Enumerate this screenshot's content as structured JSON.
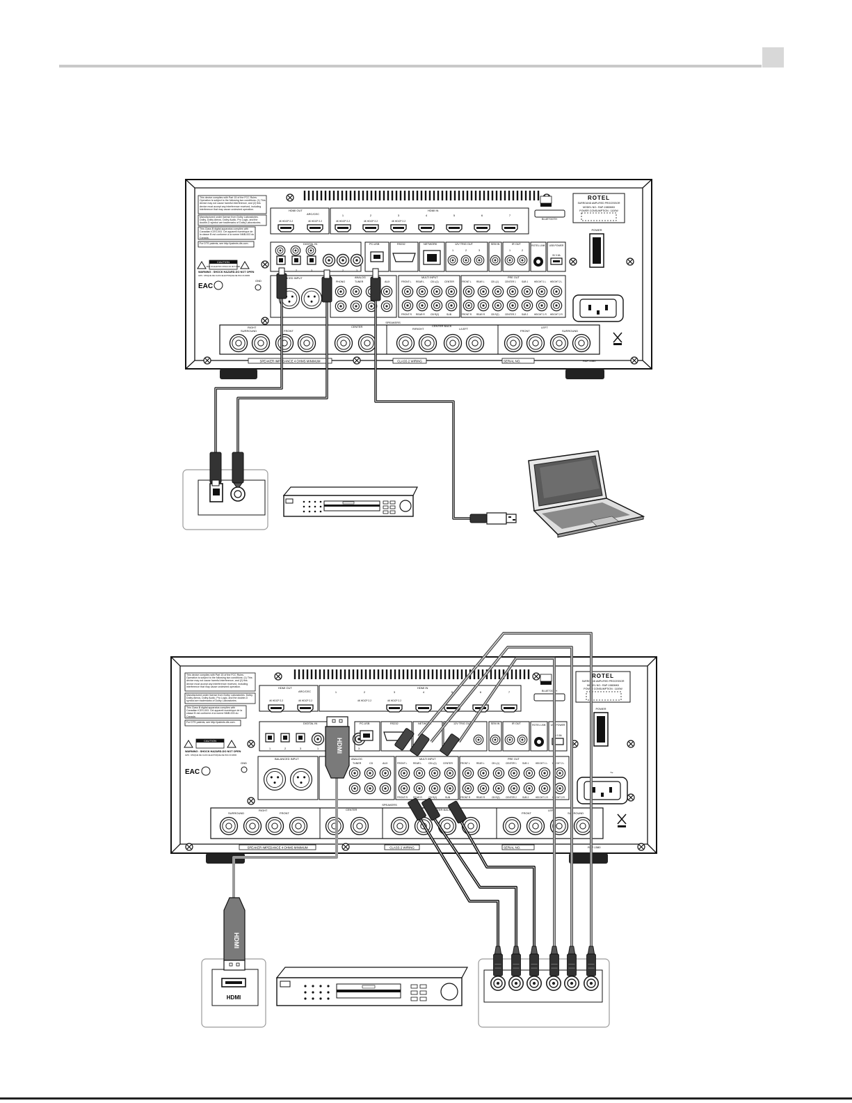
{
  "diagram1": {
    "panel": {
      "brand": "ROTEL",
      "product": "SURROUND AMPLIFIED PROCESSOR",
      "model_line": "MODEL NO.: RAP-1580MKII",
      "power_line": "POWER CONSUMPTION : 1100W",
      "hdmi_out": "HDMI OUT",
      "arc": "ARC/CEC",
      "hdmi_in": "HDMI IN",
      "hdcp": "4K HDCP 2.2",
      "hdmi_nums": [
        "1",
        "2",
        "3",
        "4",
        "5",
        "6",
        "7"
      ],
      "digital_in": "DIGITAL IN",
      "digital_nums": [
        "1",
        "2",
        "3",
        "1",
        "2",
        "3"
      ],
      "pc_usb": "PC-USB",
      "rs232": "RS232",
      "network": "NETWORK",
      "trig": "12V TRIG OUT",
      "trig_nums": [
        "1",
        "2",
        "3"
      ],
      "sem": "SEM IN",
      "ir_out": "IR OUT",
      "ir_nums": [
        "1",
        "2"
      ],
      "rotel_link": "ROTEL LINK",
      "usb_power": "USB POWER",
      "usb_rating": "5V 0.5A",
      "bluetooth": "BLUETOOTH",
      "power": "POWER",
      "balanced": "BALANCED INPUT",
      "analog": "ANALOG",
      "phono": "PHONO",
      "tuner": "TUNER",
      "cd": "CD",
      "aux": "AUX",
      "multi": "MULTI INPUT",
      "pre_out": "PRE OUT",
      "front_l": "FRONT L",
      "rear_l": "REAR L",
      "cb_l": "CB L(1)",
      "center": "CENTER",
      "center1": "CENTER 1",
      "sub1": "SUB 1",
      "height1l": "HEIGHT 1 L",
      "height2l": "HEIGHT 2 L",
      "front_r": "FRONT R",
      "rear_r": "REAR R",
      "cb_r": "CB R(2)",
      "sub": "SUB",
      "center2": "CENTER 2",
      "sub2": "SUB 2",
      "height1r": "HEIGHT 1 R",
      "height2r": "HEIGHT 2 R",
      "gnd": "GND",
      "speakers": "SPEAKERS",
      "right": "RIGHT",
      "front": "FRONT",
      "surround": "SURROUND",
      "center_spk": "CENTER",
      "center_back": "CENTER BACK",
      "r_right": "R/RIGHT",
      "l_left": "L/LEFT",
      "left": "LEFT",
      "impedance": "SPEAKER IMPEDANCE 4 OHMS MINIMUM",
      "class2": "CLASS 2 WIRING",
      "serial": "SERIAL NO.",
      "caution": "CAUTION",
      "caution_sub": "RISK OF ELECTRIC SHOCK DO NOT OPEN",
      "warning": "WARNING : SHOCK HAZARD-DO NOT OPEN",
      "avis": "AVIS : RISQUE DE CHOC ELECTRIQUE-NE PAS OUVRIR",
      "eac": "EAC",
      "notice1": "This device complies with Part 15 of the FCC Rules. Operation is subject to the following two conditions: (1) This device may not cause harmful interference, and (2) this device must accept any interference received, including interference that may cause undesired operation.",
      "notice2": "Manufactured under license from Dolby Laboratories. Dolby, Dolby Atmos, Dolby Audio, Pro Logic, and the double-D symbol are trademarks of Dolby Laboratories.",
      "notice3": "This Class B digital apparatus complies with Canadian ICES-003. Cet appareil numérique de la classe B est conforme à la norme NMB-003 du Canada.",
      "notice4": "For DTS patents, see http://patents.dts.com.",
      "model_code": "RAP-1580"
    }
  },
  "diagram2": {
    "hdmi_plug": "HDMI",
    "hdmi_port": "HDMI"
  }
}
